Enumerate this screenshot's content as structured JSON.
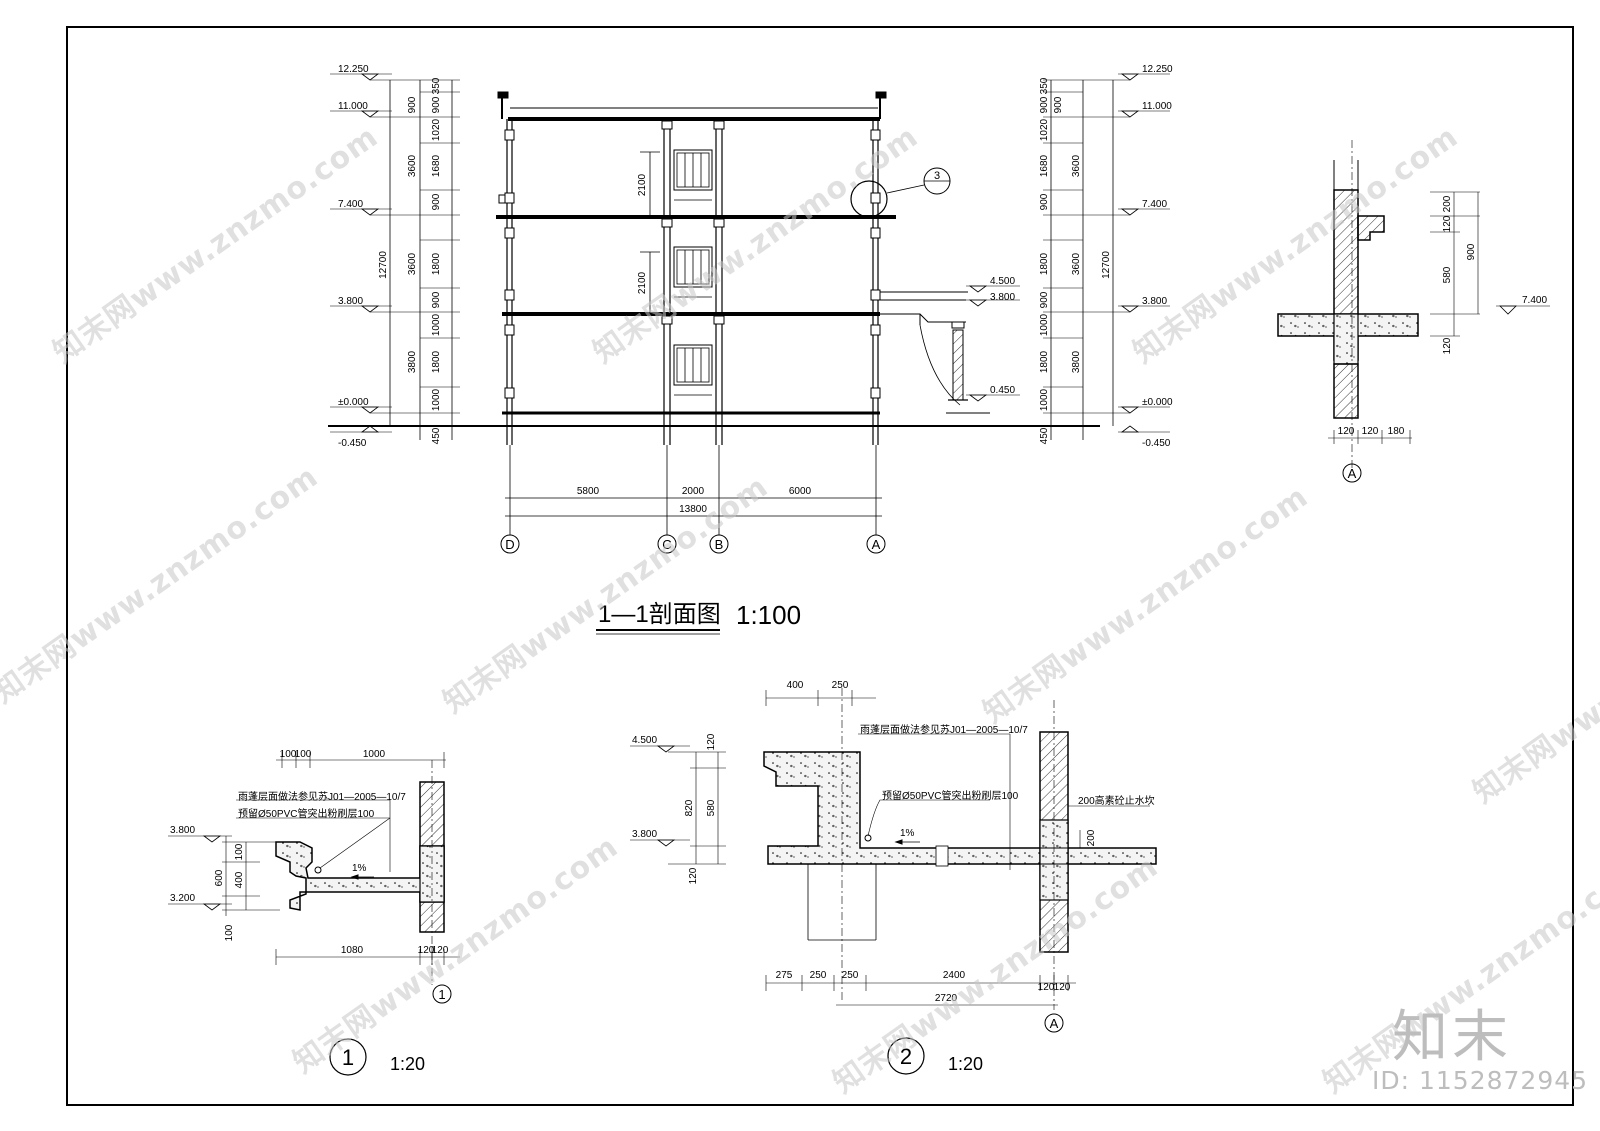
{
  "section": {
    "title": "1—1剖面图",
    "scale": "1:100",
    "left_levels": [
      "12.250",
      "11.000",
      "7.400",
      "3.800",
      "±0.000",
      "-0.450"
    ],
    "right_levels": [
      "12.250",
      "11.000",
      "7.400",
      "3.800",
      "±0.000",
      "-0.450"
    ],
    "canopy_levels": [
      "4.500",
      "3.800",
      "0.450"
    ],
    "dims_vertical_inner": [
      "350",
      "900",
      "1020",
      "1680",
      "900",
      "1800",
      "900",
      "1000",
      "1800",
      "1000",
      "450"
    ],
    "dims_vertical_mid": [
      "900",
      "3600",
      "3600",
      "3800"
    ],
    "dims_total": "12700",
    "stair_heights": [
      "2100",
      "2100"
    ],
    "dims_bottom": [
      "5800",
      "2000",
      "6000"
    ],
    "dims_bottom_total": "13800",
    "axes": [
      "D",
      "C",
      "B",
      "A"
    ],
    "callout": "3"
  },
  "detail3": {
    "dims": [
      "200",
      "120",
      "580",
      "120"
    ],
    "dim_total": "900",
    "level": "7.400",
    "widths": [
      "120",
      "120",
      "180"
    ],
    "axis": "A"
  },
  "detail1": {
    "number": "1",
    "scale": "1:20",
    "top_dims": [
      "100",
      "100",
      "1000"
    ],
    "note1": "雨蓬层面做法参见苏J01—2005—10/7",
    "note2": "预留Ø50PVC管突出粉刷层100",
    "slope": "1%",
    "levels": [
      "3.800",
      "3.200"
    ],
    "left_dims": [
      "100",
      "400",
      "100"
    ],
    "left_total": "600",
    "bottom_dims": [
      "1080",
      "120",
      "120"
    ],
    "axis": "1"
  },
  "detail2": {
    "number": "2",
    "scale": "1:20",
    "top_dims": [
      "400",
      "250"
    ],
    "note1": "雨蓬层面做法参见苏J01—2005—10/7",
    "note2": "预留Ø50PVC管突出粉刷层100",
    "note3": "200高素砼止水坎",
    "slope": "1%",
    "levels": [
      "4.500",
      "3.800"
    ],
    "left_dims": [
      "120",
      "580",
      "120"
    ],
    "left_total": "820",
    "side_dim": "200",
    "bottom_dims": [
      "275",
      "250",
      "250",
      "2400",
      "120",
      "120"
    ],
    "bottom_total": "2720",
    "axis": "A"
  },
  "watermark": "知末网www.znzmo.com",
  "brand": {
    "logo": "知末",
    "id": "ID: 1152872945"
  }
}
